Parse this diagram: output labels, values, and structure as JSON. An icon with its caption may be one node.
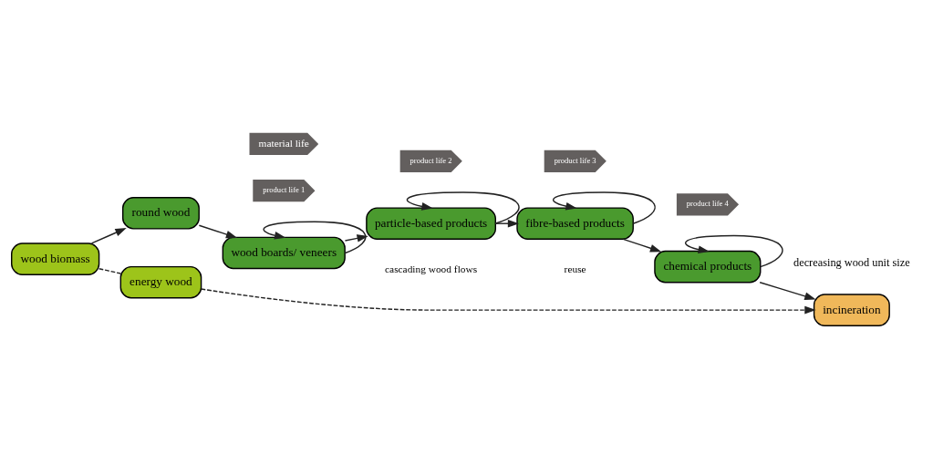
{
  "diagram": {
    "nodes": [
      {
        "text": [
          "wood biomass"
        ]
      },
      {
        "text": [
          "round wood"
        ]
      },
      {
        "text": [
          "wood boards/ veneers"
        ]
      },
      {
        "text": [
          "particle-based products"
        ]
      },
      {
        "text": [
          "energy wood"
        ]
      },
      {
        "text": [
          "fibre-based products"
        ]
      },
      {
        "text": [
          "chemical products"
        ]
      },
      {
        "text": [
          "incineration"
        ]
      }
    ],
    "edges": [
      {
        "from": 0,
        "to": 1,
        "arrow": "to"
      },
      {
        "from": 1,
        "to": 2,
        "arrow": "to"
      },
      {
        "from": 2,
        "to": 2,
        "arrow": "to"
      },
      {
        "from": 2,
        "to": 3,
        "arrow": "to"
      },
      {
        "from": 3,
        "to": 3,
        "arrow": "to"
      },
      {
        "from": 3,
        "to": 5,
        "arrow": "to"
      },
      {
        "from": 5,
        "to": 5,
        "arrow": "to"
      },
      {
        "from": 5,
        "to": 6,
        "arrow": "to"
      },
      {
        "from": 6,
        "to": 6,
        "arrow": "to"
      },
      {
        "from": 6,
        "to": 7,
        "arrow": "to"
      },
      {
        "from": 0,
        "to": 4,
        "arrow": "none",
        "style": "dashed"
      },
      {
        "from": 4,
        "to": 7,
        "arrow": "to",
        "style": "dashed"
      }
    ],
    "labels": [
      "material life",
      "product life 1",
      "product life 2",
      "product life 3",
      "product life 4",
      "decreasing wood unit size"
    ],
    "legend": [
      {
        "text": "cascading wood flows"
      },
      {
        "text": "reuse"
      }
    ]
  }
}
